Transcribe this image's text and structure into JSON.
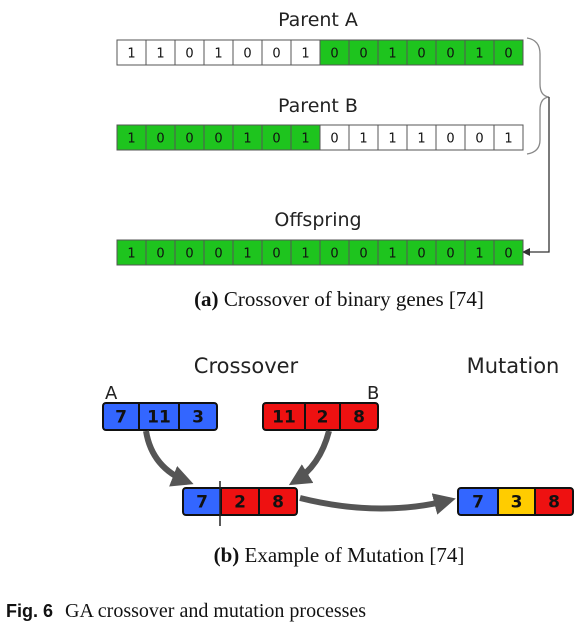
{
  "colors": {
    "green": "#1ec41e",
    "white": "#ffffff",
    "blue": "#3366ff",
    "red": "#ee1111",
    "yellow": "#ffcc00",
    "arrow": "#555555"
  },
  "panel_a": {
    "parent_a": {
      "label": "Parent A",
      "bits": [
        "1",
        "1",
        "0",
        "1",
        "0",
        "0",
        "1",
        "0",
        "0",
        "1",
        "0",
        "0",
        "1",
        "0"
      ],
      "green_from": 7
    },
    "parent_b": {
      "label": "Parent B",
      "bits": [
        "1",
        "0",
        "0",
        "0",
        "1",
        "0",
        "1",
        "0",
        "1",
        "1",
        "1",
        "0",
        "0",
        "1"
      ],
      "green_to": 7
    },
    "offspring": {
      "label": "Offspring",
      "bits": [
        "1",
        "0",
        "0",
        "0",
        "1",
        "0",
        "1",
        "0",
        "0",
        "1",
        "0",
        "0",
        "1",
        "0"
      ]
    },
    "caption_letter": "(a)",
    "caption_text": " Crossover of binary genes [74]"
  },
  "panel_b": {
    "crossover_label": "Crossover",
    "mutation_label": "Mutation",
    "label_a": "A",
    "label_b": "B",
    "parent_a": [
      "7",
      "11",
      "3"
    ],
    "parent_b": [
      "11",
      "2",
      "8"
    ],
    "child": [
      "7",
      "2",
      "8"
    ],
    "mutated": [
      "7",
      "3",
      "8"
    ],
    "caption_letter": "(b)",
    "caption_text": " Example of Mutation [74]"
  },
  "figure_caption": {
    "label": "Fig. 6",
    "text": "GA crossover and mutation processes"
  }
}
